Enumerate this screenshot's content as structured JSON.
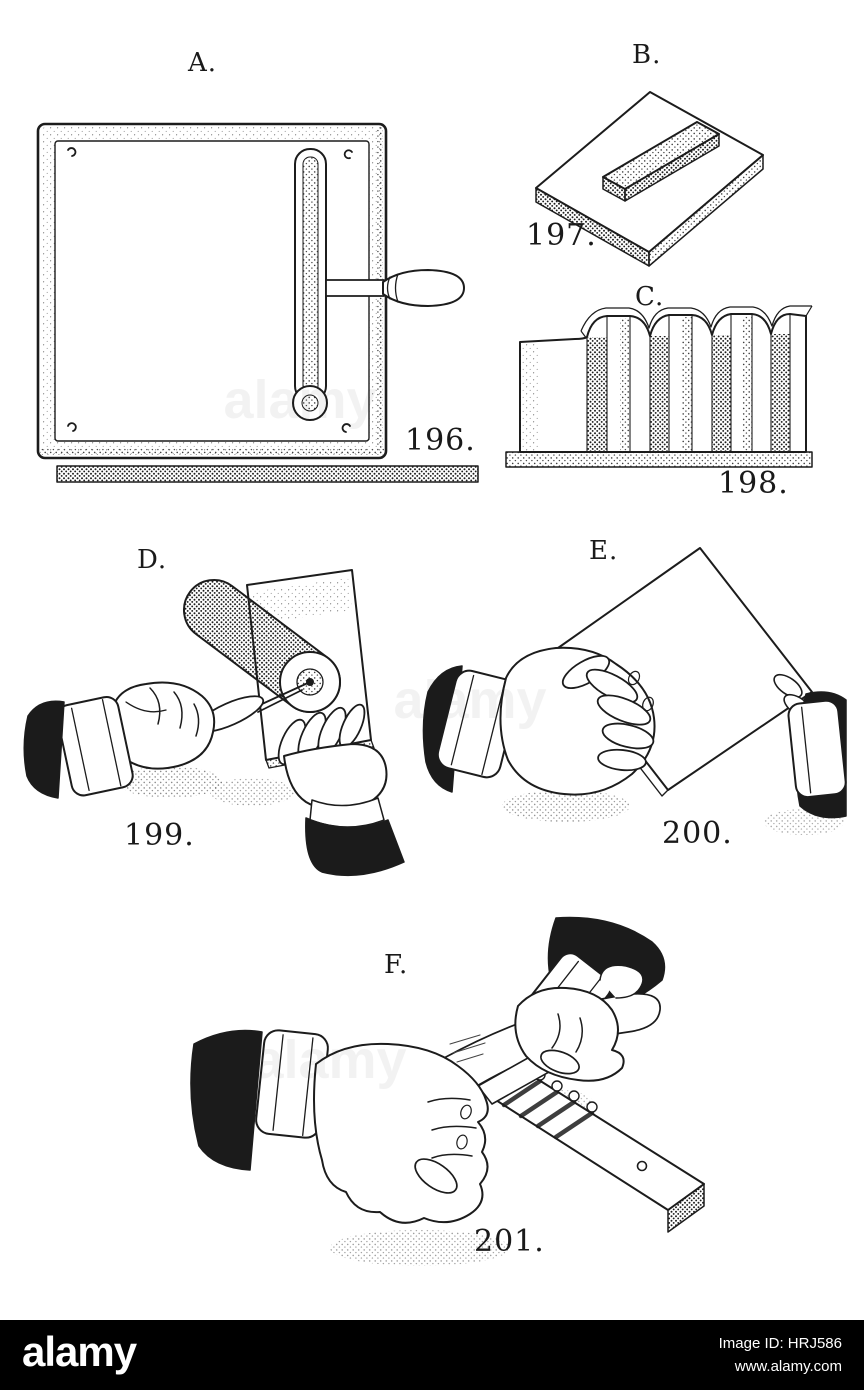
{
  "artwork": {
    "figures": [
      {
        "letter": "A.",
        "number": "196."
      },
      {
        "letter": "B.",
        "number": "197."
      },
      {
        "letter": "C.",
        "number": "198."
      },
      {
        "letter": "D.",
        "number": "199."
      },
      {
        "letter": "E.",
        "number": "200."
      },
      {
        "letter": "F.",
        "number": "201."
      }
    ],
    "watermark_text": "alamy"
  },
  "footer": {
    "brand": "alamy",
    "image_id": "Image ID: HRJ586",
    "url": "www.alamy.com"
  },
  "colors": {
    "ink": "#1c1c1c",
    "paper": "#ffffff",
    "footer_background": "#000000",
    "footer_text": "#ffffff"
  }
}
